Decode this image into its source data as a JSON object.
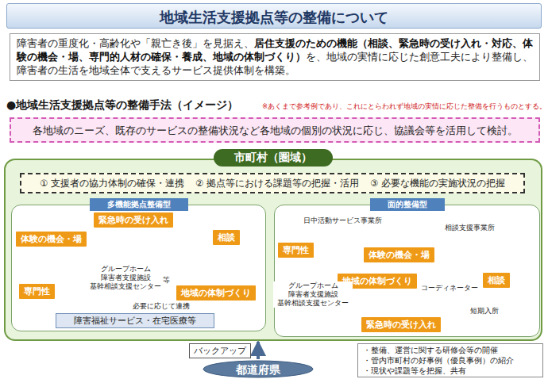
{
  "diagram": {
    "title": "地域生活支援拠点等の整備について",
    "nodes": [
      {
        "text": [
          "地域生活支援拠点等の整備について"
        ]
      },
      {
        "text": [
          "障害者の重度化・高齢化や「親亡き後」を見据え、",
          "居住支援のための機能（相談、緊急時の受け入れ・対応、体験の機会・場、専門的人材の確保・養成、地域の体制づくり）",
          "を、地域の実情に応じた創意工夫により整備し、障害者の生活を地域全体で支えるサービス提供体制を構築。"
        ]
      },
      {
        "text": [
          "各地域のニーズ、既存のサービスの整備状況など各地域の個別の状況に応じ、協議会等を活用して検討。"
        ]
      },
      {
        "text": [
          "市町村（圏域）"
        ]
      },
      {
        "text": [
          "① 支援者の協力体制の確保・連携",
          "② 拠点等における課題等の把握・活用",
          "③ 必要な機能の実施状況の把握"
        ],
        "in": 3
      },
      {
        "text": [
          "多機能拠点整備型"
        ],
        "in": 3
      },
      {
        "text": [
          "緊急時の受け入れ"
        ],
        "in": 5
      },
      {
        "text": [
          "体験の機会・場"
        ],
        "in": 5
      },
      {
        "text": [
          "相談"
        ],
        "in": 5
      },
      {
        "text": [
          "専門性"
        ],
        "in": 5
      },
      {
        "text": [
          "地域の体制づくり"
        ],
        "in": 5
      },
      {
        "text": [
          "グループホーム 障害者支援施設 基幹相談支援センター",
          "等"
        ],
        "in": 5
      },
      {
        "text": [
          "障害福祉サービス・在宅医療等"
        ],
        "in": 5
      },
      {
        "text": [
          "面的整備型"
        ],
        "in": 3
      },
      {
        "text": [
          "専門性"
        ],
        "in": 13
      },
      {
        "text": [
          "体験の機会・場"
        ],
        "in": 13
      },
      {
        "text": [
          "地域の体制づくり"
        ],
        "in": 13
      },
      {
        "text": [
          "相談"
        ],
        "in": 13
      },
      {
        "text": [
          "緊急時の受け入れ"
        ],
        "in": 13
      },
      {
        "text": [
          "都道府県"
        ]
      },
      {
        "text": [
          "・整備、運営に関する研修会等の開催",
          "・管内市町村の好事例（優良事例）の紹介",
          "・現状や課題等を把握、共有"
        ]
      }
    ],
    "edges": [
      {
        "from": 11,
        "to": 12,
        "arrow": "both",
        "label": "必要に応じて連携"
      },
      {
        "from": 19,
        "to": 3,
        "arrow": "to",
        "label": "バックアップ"
      }
    ],
    "labels": [
      "●地域生活支援拠点等の整備手法（イメージ）",
      "※あくまで参考例であり、これにとらわれず地域の実情に応じた整備を行うものとする。",
      "日中活動サービス事業所",
      "相談支援事業所",
      "コーディネーター",
      "グループホーム 障害者支援施設 基幹相談支援センター",
      "短期入所"
    ]
  }
}
